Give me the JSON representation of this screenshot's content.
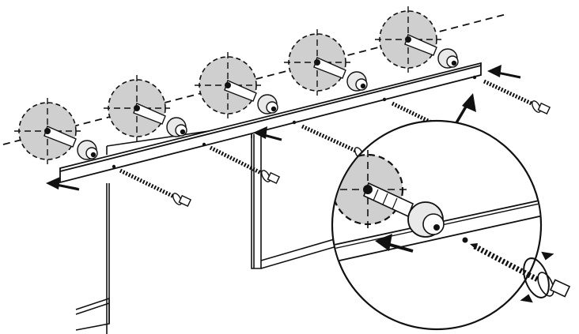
{
  "diagram": {
    "kind": "wall-mount-assembly-instruction",
    "text_labels": [],
    "colors": {
      "ink": "#111111",
      "paper": "#ffffff",
      "drill_zone": "#cfcfcf",
      "fitting": "#e9e9e9"
    },
    "parts": {
      "mounting_points": 5,
      "screws": 6,
      "rail": 1,
      "cabinet_panels": 2
    },
    "icons": [
      "drill-target-icon",
      "wall-plug-icon",
      "screw-icon",
      "arrow-icon",
      "rotation-arrow-icon",
      "magnifier-callout-icon"
    ]
  }
}
